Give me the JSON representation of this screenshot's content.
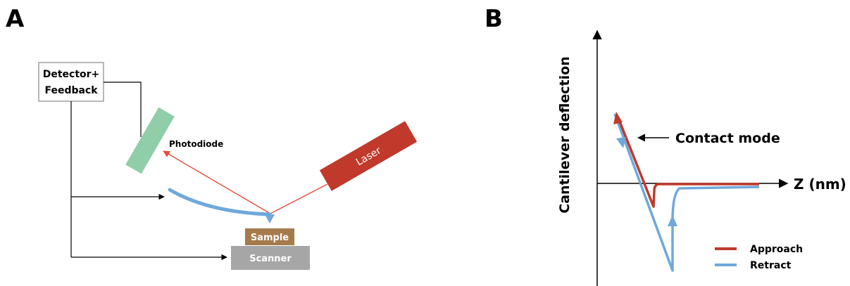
{
  "panel_a": {
    "letter": "A",
    "detector_line1": "Detector+",
    "detector_line2": "Feedback",
    "photodiode_label": "Photodiode",
    "laser_label": "Laser",
    "sample_label": "Sample",
    "scanner_label": "Scanner",
    "colors": {
      "photodiode": "#8fcea8",
      "laser": "#c0392b",
      "laser_beam": "#e74c3c",
      "cantilever": "#6fa8dc",
      "sample": "#a67b4b",
      "scanner": "#a6a6a6"
    }
  },
  "panel_b": {
    "letter": "B",
    "y_axis_label": "Cantilever deflection",
    "x_axis_label": "Z (nm)",
    "annotation": "Contact mode",
    "legend": [
      {
        "label": "Approach",
        "color": "#c0392b"
      },
      {
        "label": "Retract",
        "color": "#6fa8dc"
      }
    ]
  }
}
